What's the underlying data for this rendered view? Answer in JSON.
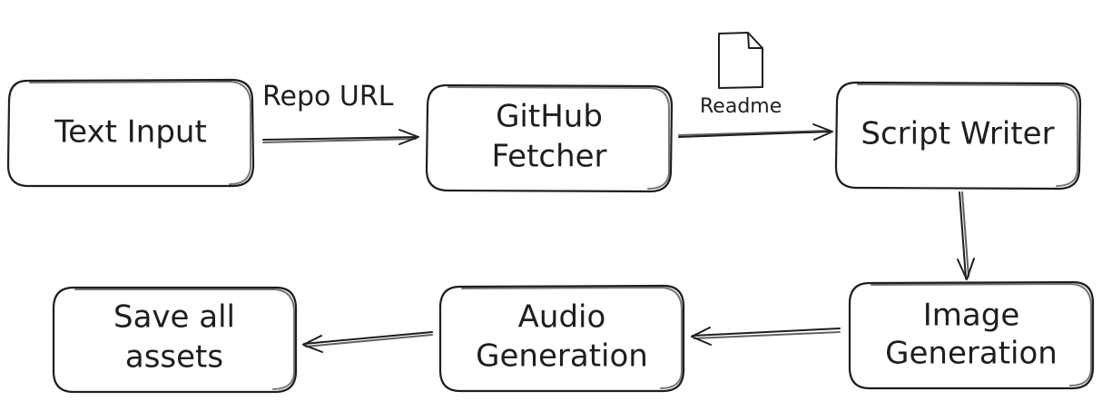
{
  "nodes": {
    "text_input": {
      "lines": [
        "Text Input"
      ]
    },
    "github_fetcher": {
      "lines": [
        "GitHub",
        "Fetcher"
      ]
    },
    "script_writer": {
      "lines": [
        "Script Writer"
      ]
    },
    "image_generation": {
      "lines": [
        "Image",
        "Generation"
      ]
    },
    "audio_generation": {
      "lines": [
        "Audio",
        "Generation"
      ]
    },
    "save_all_assets": {
      "lines": [
        "Save all",
        "assets"
      ]
    }
  },
  "edges": {
    "repo_url": {
      "label": "Repo URL"
    }
  },
  "document": {
    "label": "Readme"
  },
  "colors": {
    "stroke": "#1e1e1e",
    "background": "#ffffff"
  }
}
